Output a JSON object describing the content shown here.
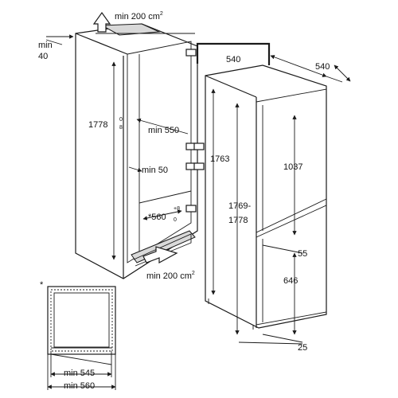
{
  "labels": {
    "vent_top": "min 200 cm",
    "vent_top_sup": "2",
    "vent_bottom": "min 200 cm",
    "vent_bottom_sup": "2",
    "side_gap": "min",
    "side_gap_value": "40",
    "niche_height": "1778",
    "niche_height_tol_top": "0",
    "niche_height_tol_bottom": "8",
    "niche_depth": "min 550",
    "rear_gap": "min 50",
    "niche_width": "*560",
    "niche_width_tol_top": "+8",
    "niche_width_tol_bottom": "0",
    "appliance_height": "1763",
    "appliance_depth": "540",
    "appliance_width": "540",
    "fridge_door_height": "1037",
    "door_gap": "55",
    "freezer_door_height": "646",
    "total_height_a": "1769-",
    "total_height_b": "1778",
    "bottom_gap": "25",
    "footnote_marker": "*",
    "inner_width_min": "min 545",
    "outer_width_min": "min 560"
  }
}
